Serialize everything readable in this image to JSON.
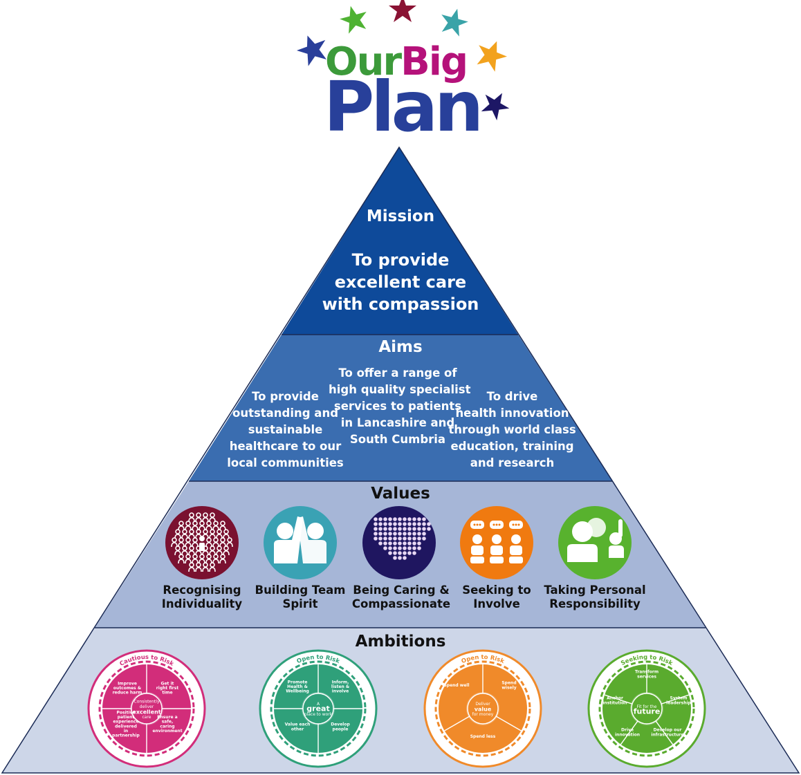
{
  "logo": {
    "line1_a": "Our",
    "line1_b": "Big",
    "line2": "Plan"
  },
  "colors": {
    "mission_bg": "#0e4a9a",
    "aims_bg": "#3a6db0",
    "values_bg": "#a6b6d7",
    "ambitions_bg": "#cdd6e8",
    "logo_green": "#3c9a3a",
    "logo_magenta": "#b5127a",
    "logo_blue": "#28409a"
  },
  "mission": {
    "heading": "Mission",
    "statement_lines": [
      "To provide",
      "excellent care",
      "with compassion"
    ]
  },
  "aims": {
    "heading": "Aims",
    "items": [
      {
        "lines": [
          "To provide",
          "outstanding and",
          "sustainable",
          "healthcare to our",
          "local communities"
        ]
      },
      {
        "lines": [
          "To offer a range of",
          "high quality specialist",
          "services to patients",
          "in Lancashire and",
          "South Cumbria"
        ]
      },
      {
        "lines": [
          "To drive",
          "health innovation",
          "through world class",
          "education, training",
          "and research"
        ]
      }
    ]
  },
  "values": {
    "heading": "Values",
    "items": [
      {
        "icon": "crowd-icon",
        "color": "#7a1130",
        "lines": [
          "Recognising",
          "Individuality"
        ]
      },
      {
        "icon": "high-five-icon",
        "color": "#3aa2b4",
        "lines": [
          "Building Team",
          "Spirit"
        ]
      },
      {
        "icon": "heart-icon",
        "color": "#1f1660",
        "lines": [
          "Being Caring &",
          "Compassionate"
        ]
      },
      {
        "icon": "speech-bubbles-icon",
        "color": "#f07a10",
        "lines": [
          "Seeking to",
          "Involve"
        ]
      },
      {
        "icon": "raised-hand-icon",
        "color": "#58b22e",
        "lines": [
          "Taking Personal",
          "Responsibility"
        ]
      }
    ]
  },
  "ambitions": {
    "heading": "Ambitions",
    "items": [
      {
        "risk": "Cautious to Risk",
        "color": "#d22d7a",
        "center_lines": [
          "Consistently",
          "deliver",
          "excellent",
          "care"
        ],
        "segments": [
          "Improve outcomes & reduce harm",
          "Get it right first time",
          "Ensure a safe, caring environment",
          "Positive patient experience delivered in partnership"
        ]
      },
      {
        "risk": "Open to Risk",
        "color": "#2fa07a",
        "center_lines": [
          "A",
          "great",
          "place to work"
        ],
        "segments": [
          "Promote Health & Wellbeing",
          "Inform, listen & involve",
          "Develop people",
          "Value each other"
        ]
      },
      {
        "risk": "Open to Risk",
        "color": "#f08a2a",
        "center_lines": [
          "Deliver",
          "value",
          "for money"
        ],
        "segments": [
          "Spend wisely",
          "Spend less",
          "Spend well"
        ]
      },
      {
        "risk": "Seeking to Risk",
        "color": "#5aab2e",
        "center_lines": [
          "Fit for the",
          "future"
        ],
        "segments": [
          "Transform services",
          "System leadership",
          "Develop our infrastructure",
          "Drive innovation",
          "Anchor institution"
        ]
      }
    ]
  }
}
